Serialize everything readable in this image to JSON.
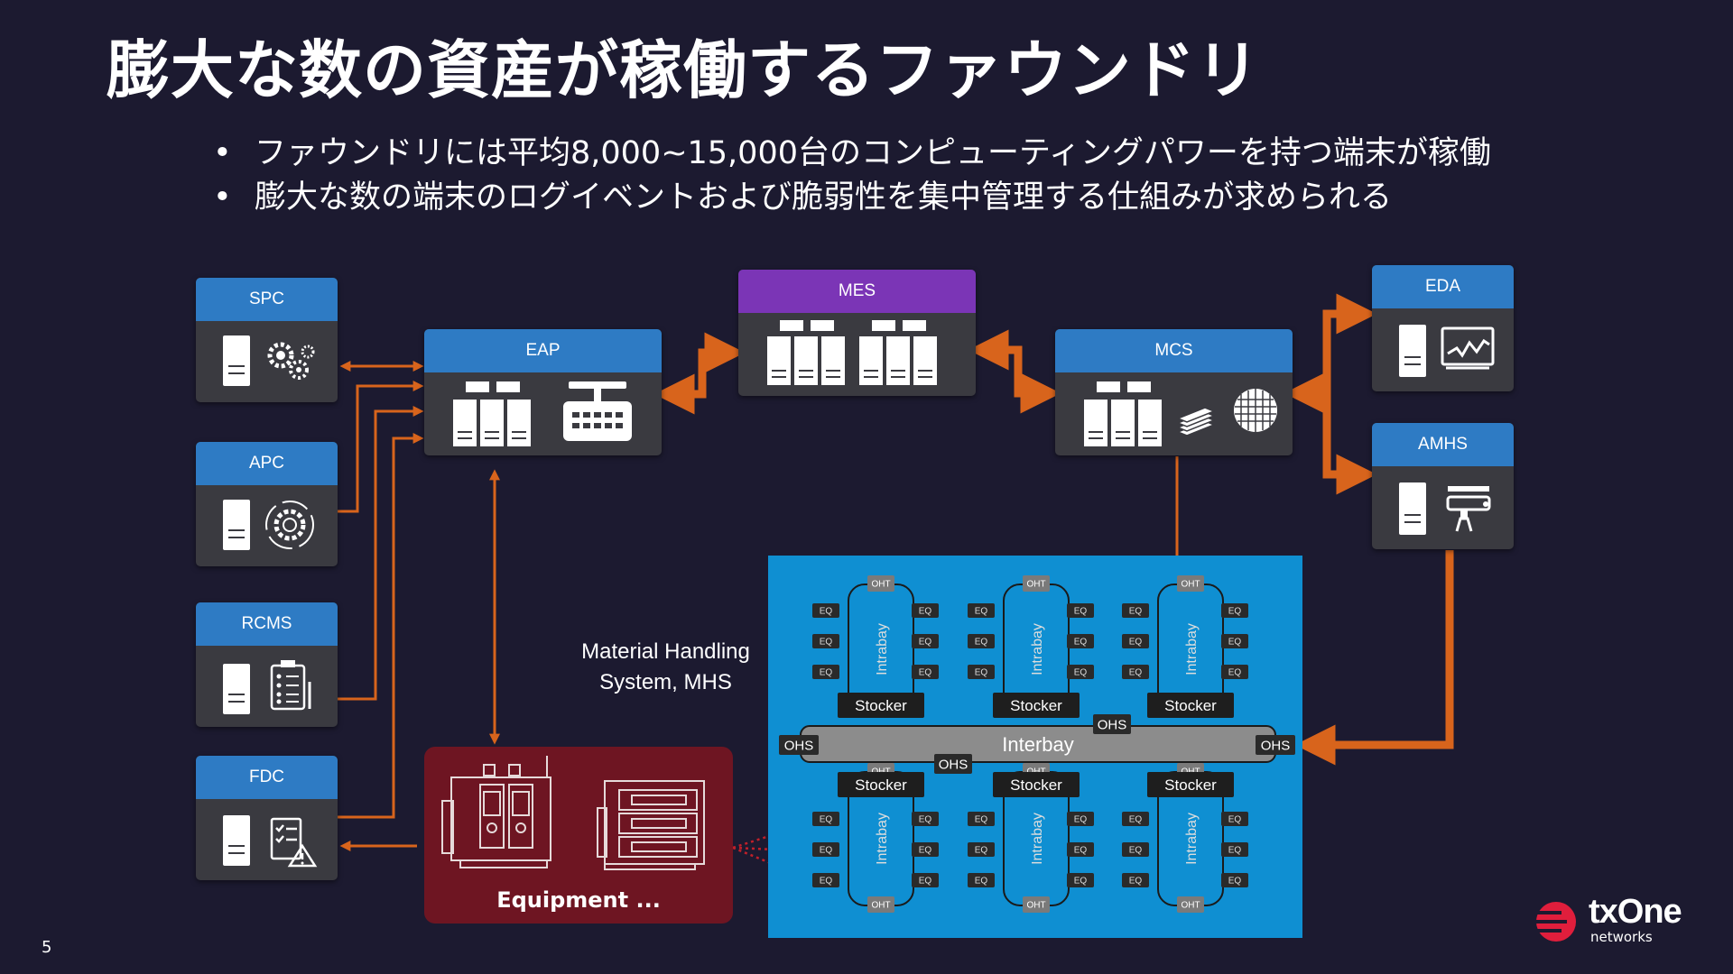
{
  "title": "膨大な数の資産が稼働するファウンドリ",
  "bullets": [
    "ファウンドリには平均8,000~15,000台のコンピューティングパワーを持つ端末が稼働",
    "膨大な数の端末のログイベントおよび脆弱性を集中管理する仕組みが求められる"
  ],
  "bullet_symbol": "•",
  "systems": {
    "spc": "SPC",
    "apc": "APC",
    "rcms": "RCMS",
    "fdc": "FDC",
    "eap": "EAP",
    "mes": "MES",
    "mcs": "MCS",
    "eda": "EDA",
    "amhs": "AMHS"
  },
  "mhs_label": [
    "Material Handling",
    "System, MHS"
  ],
  "equipment_label": "Equipment ...",
  "mhs": {
    "oht": "OHT",
    "eq": "EQ",
    "intrabay": "Intrabay",
    "stocker": "Stocker",
    "interbay": "Interbay",
    "ohs": "OHS"
  },
  "page_number": "5",
  "logo": {
    "brand": "txOne",
    "sub": "networks"
  },
  "colors": {
    "background": "#1c1a30",
    "header_blue": "#2e7bc4",
    "header_purple": "#7b35b6",
    "arrow_orange": "#d8641c",
    "mhs_blue": "#0f8fd2",
    "equipment_red": "#6e1522",
    "logo_red": "#e01e3c"
  },
  "icons": {
    "spc": [
      "server-icon",
      "gears-icon"
    ],
    "apc": [
      "server-icon",
      "gear-cycle-icon"
    ],
    "rcms": [
      "server-icon",
      "checklist-icon"
    ],
    "fdc": [
      "server-icon",
      "checklist-warning-icon"
    ],
    "eap": [
      "server-rack-icon",
      "robot-controller-icon"
    ],
    "mes": [
      "server-rack-icon",
      "server-rack-icon"
    ],
    "mcs": [
      "server-rack-icon",
      "wafer-stack-icon",
      "wafer-icon"
    ],
    "eda": [
      "server-icon",
      "chart-monitor-icon"
    ],
    "amhs": [
      "server-icon",
      "robot-arm-icon"
    ]
  }
}
